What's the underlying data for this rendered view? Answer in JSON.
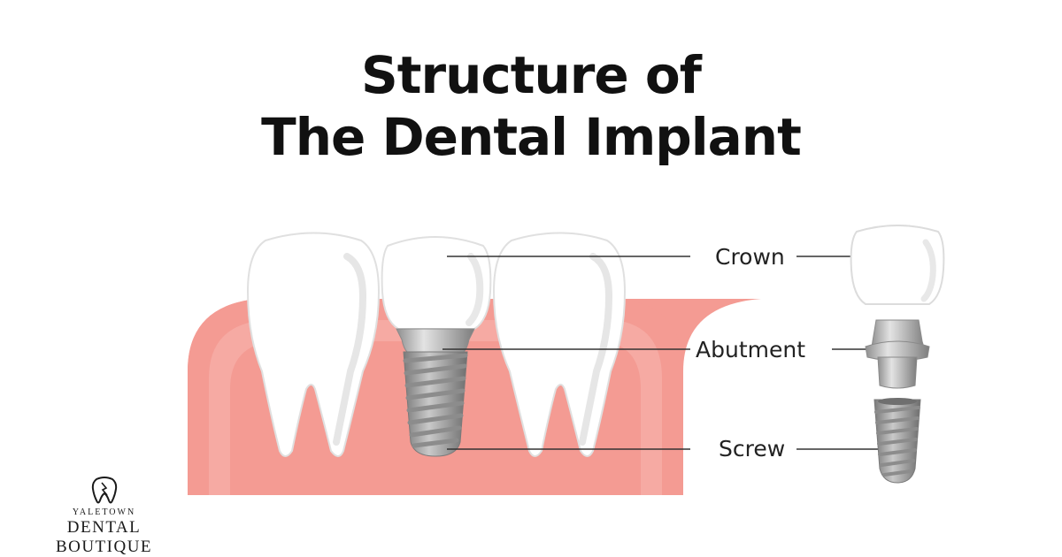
{
  "title": {
    "line1": "Structure of",
    "line2": "The Dental Implant"
  },
  "labels": {
    "crown": "Crown",
    "abutment": "Abutment",
    "screw": "Screw"
  },
  "logo": {
    "icon": "tooth-icon",
    "small_text": "YALETOWN",
    "big_text": "DENTAL BOUTIQUE"
  },
  "colors": {
    "gum": "#f49b93",
    "gum_light": "#f8b7b1",
    "tooth": "#ffffff",
    "tooth_shade": "#e6e6e6",
    "metal": "#a9a9a9",
    "title": "#111111"
  }
}
